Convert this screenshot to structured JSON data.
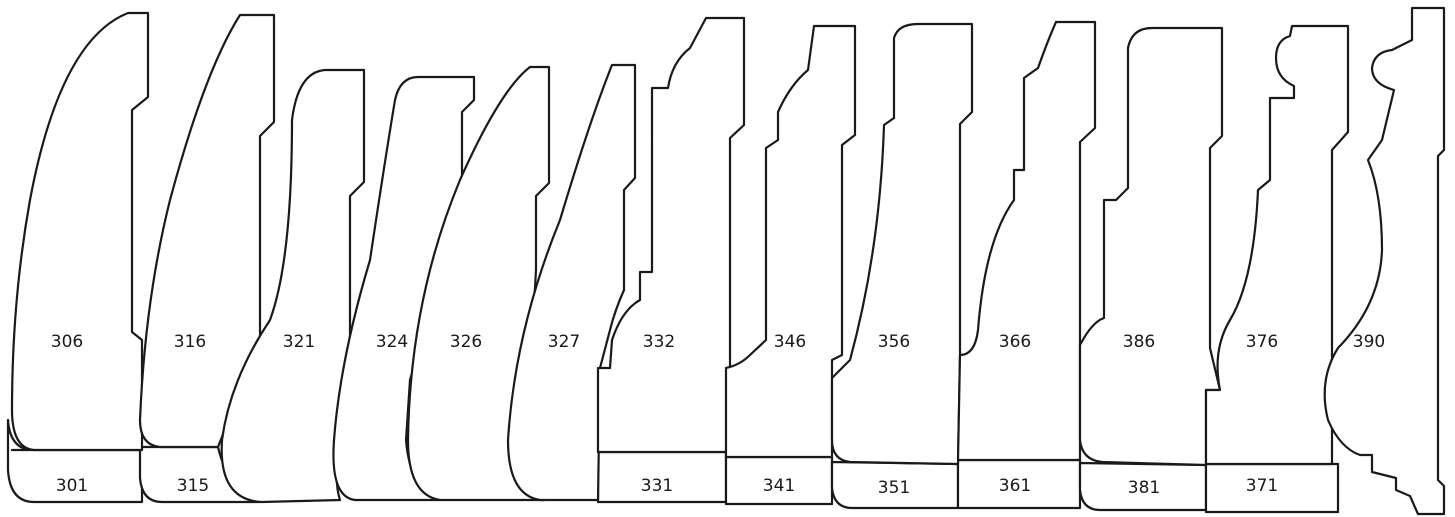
{
  "profiles": {
    "p306": "306",
    "p316": "316",
    "p321": "321",
    "p324": "324",
    "p326": "326",
    "p327": "327",
    "p332": "332",
    "p346": "346",
    "p356": "356",
    "p366": "366",
    "p386": "386",
    "p376": "376",
    "p390": "390"
  },
  "bases": {
    "b301": "301",
    "b315": "315",
    "b331": "331",
    "b341": "341",
    "b351": "351",
    "b361": "361",
    "b381": "381",
    "b371": "371"
  }
}
